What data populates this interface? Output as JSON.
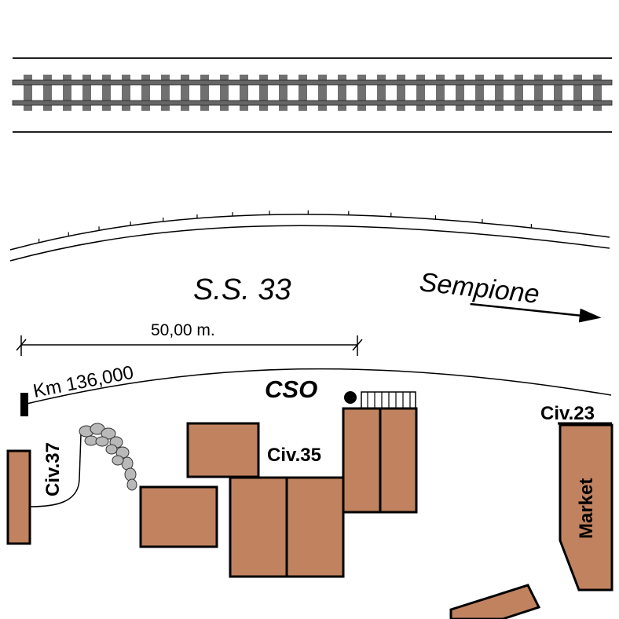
{
  "map": {
    "road_name": "S.S. 33",
    "direction_label": "Sempione",
    "distance_label": "50,00 m.",
    "kilometre_label": "Km 136,000",
    "point_label": "CSO",
    "house_numbers": [
      "Civ.37",
      "Civ.35",
      "Civ.23"
    ],
    "building_label": "Market",
    "colors": {
      "building_fill": "#c1835f",
      "rail_sleeper": "#707070",
      "rail": "#606060",
      "line": "#000000"
    }
  }
}
